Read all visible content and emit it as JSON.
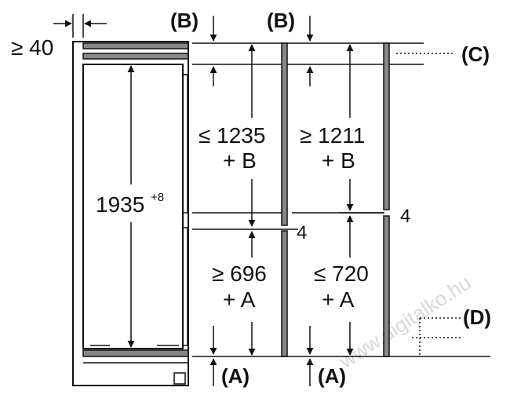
{
  "labels": {
    "width_min": "≥ 40",
    "height_total": "1935",
    "height_tol": "+8",
    "b_left": "(B)",
    "b_right": "(B)",
    "c_label": "(C)",
    "d_label": "(D)",
    "a_left": "(A)",
    "a_right": "(A)",
    "upper_left_value": "≤ 1235",
    "upper_left_plus": "+ B",
    "upper_right_value": "≥ 1211",
    "upper_right_plus": "+ B",
    "lower_left_value": "≥ 696",
    "lower_left_plus": "+ A",
    "lower_right_value": "≤ 720",
    "lower_right_plus": "+ A",
    "gap_left": "4",
    "gap_right": "4"
  },
  "watermark": "www.digitalko.hu"
}
